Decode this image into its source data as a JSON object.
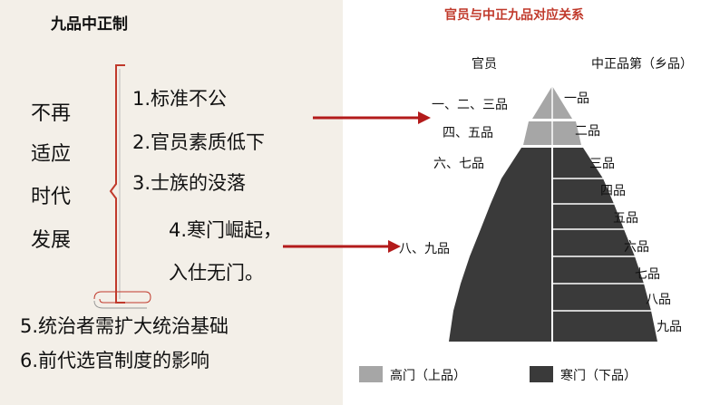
{
  "title": "九品中正制",
  "vertical_lines": [
    "不再",
    "适应",
    "时代",
    "发展"
  ],
  "reasons": [
    "1.标准不公",
    "2.官员素质低下",
    "3.士族的没落",
    "4.寒门崛起，",
    "入仕无门。"
  ],
  "bottom_reasons": [
    "5.统治者需扩大统治基础",
    "6.前代选官制度的影响"
  ],
  "chart": {
    "title": "官员与中正九品对应关系",
    "left_header": "官员",
    "right_header": "中正品第（乡品）",
    "left_labels": [
      "一、二、三品",
      "四、五品",
      "六、七品",
      "八、九品"
    ],
    "right_labels": [
      "一品",
      "二品",
      "三品",
      "四品",
      "五品",
      "六品",
      "七品",
      "八品",
      "九品"
    ],
    "legend": [
      {
        "label": "高门（上品）",
        "color": "#a6a6a6"
      },
      {
        "label": "寒门（下品）",
        "color": "#3a3a3a"
      }
    ],
    "colors": {
      "high": "#a6a6a6",
      "low": "#3a3a3a",
      "arrow": "#b31b1b"
    }
  }
}
